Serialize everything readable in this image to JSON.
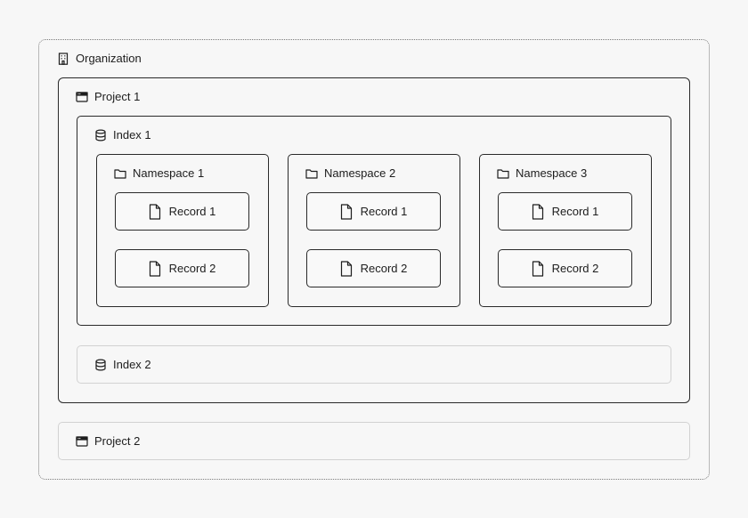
{
  "organization": {
    "label": "Organization",
    "icon": "building-icon"
  },
  "project_1": {
    "label": "Project 1",
    "icon": "window-icon"
  },
  "index_1": {
    "label": "Index 1",
    "icon": "database-icon"
  },
  "namespaces": [
    {
      "label": "Namespace 1",
      "icon": "folder-icon",
      "records": [
        "Record 1",
        "Record 2"
      ]
    },
    {
      "label": "Namespace 2",
      "icon": "folder-icon",
      "records": [
        "Record 1",
        "Record 2"
      ]
    },
    {
      "label": "Namespace 3",
      "icon": "folder-icon",
      "records": [
        "Record 1",
        "Record 2"
      ]
    }
  ],
  "record_icon": "file-icon",
  "index_2": {
    "label": "Index 2",
    "icon": "database-icon"
  },
  "project_2": {
    "label": "Project 2",
    "icon": "window-icon"
  }
}
